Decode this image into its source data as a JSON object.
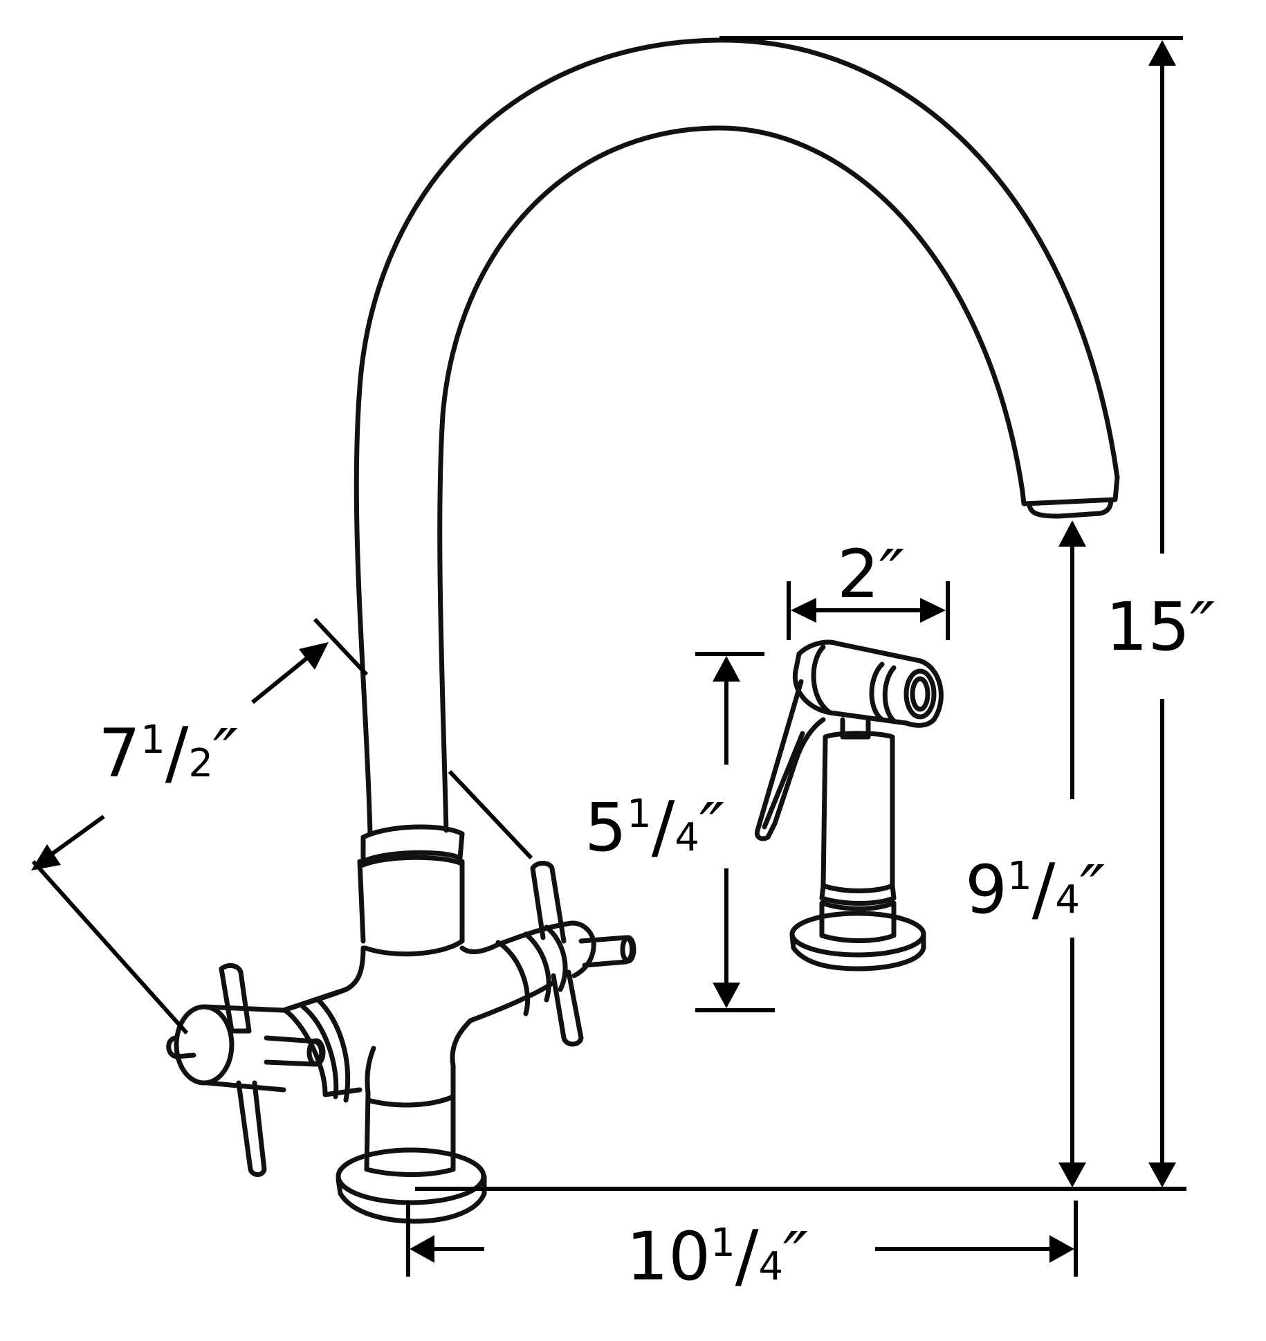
{
  "diagram": {
    "subject": "Two-handle kitchen faucet with gooseneck spout and side sprayer",
    "line_color": "#111111",
    "background": "#ffffff"
  },
  "dimensions": {
    "overall_height": {
      "label": "15″",
      "whole": "15",
      "num": "",
      "den": "",
      "inch": "″"
    },
    "spout_clearance": {
      "label": "9 1/4″",
      "whole": "9",
      "num": "1",
      "den": "4",
      "inch": "″"
    },
    "spout_reach": {
      "label": "10 1/4″",
      "whole": "10",
      "num": "1",
      "den": "4",
      "inch": "″"
    },
    "handle_spread": {
      "label": "7 1/2″",
      "whole": "7",
      "num": "1",
      "den": "2",
      "inch": "″"
    },
    "sprayer_height": {
      "label": "5 1/4″",
      "whole": "5",
      "num": "1",
      "den": "4",
      "inch": "″"
    },
    "sprayer_width": {
      "label": "2″",
      "whole": "2",
      "num": "",
      "den": "",
      "inch": "″"
    }
  },
  "parts": [
    "gooseneck-spout",
    "aerator",
    "faucet-body",
    "left-cross-handle",
    "right-cross-handle",
    "base-flange",
    "side-sprayer"
  ]
}
